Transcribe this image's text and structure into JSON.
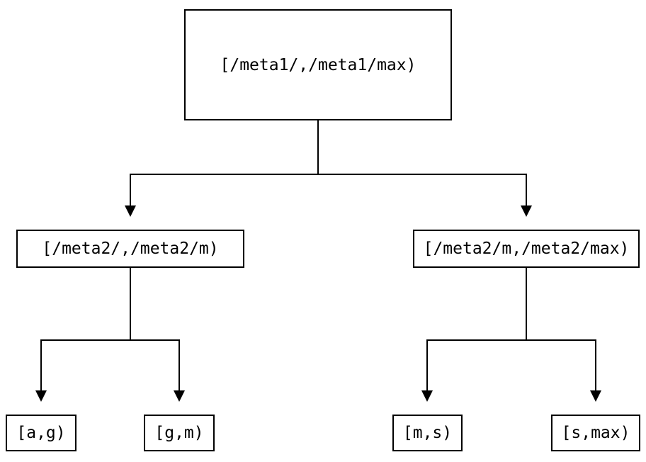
{
  "diagram": {
    "type": "tree",
    "background_color": "#ffffff",
    "line_color": "#000000",
    "box_border_color": "#000000",
    "text_color": "#000000",
    "nodes": [
      {
        "id": "root",
        "label": "[/meta1/,/meta1/max)",
        "level": 0
      },
      {
        "id": "left",
        "label": "[/meta2/,/meta2/m)",
        "level": 1
      },
      {
        "id": "right",
        "label": "[/meta2/m,/meta2/max)",
        "level": 1
      },
      {
        "id": "leaf-ag",
        "label": "[a,g)",
        "level": 2
      },
      {
        "id": "leaf-gm",
        "label": "[g,m)",
        "level": 2
      },
      {
        "id": "leaf-ms",
        "label": "[m,s)",
        "level": 2
      },
      {
        "id": "leaf-smax",
        "label": "[s,max)",
        "level": 2
      }
    ],
    "edges": [
      {
        "from": "root",
        "to": "left"
      },
      {
        "from": "root",
        "to": "right"
      },
      {
        "from": "left",
        "to": "leaf-ag"
      },
      {
        "from": "left",
        "to": "leaf-gm"
      },
      {
        "from": "right",
        "to": "leaf-ms"
      },
      {
        "from": "right",
        "to": "leaf-smax"
      }
    ]
  }
}
